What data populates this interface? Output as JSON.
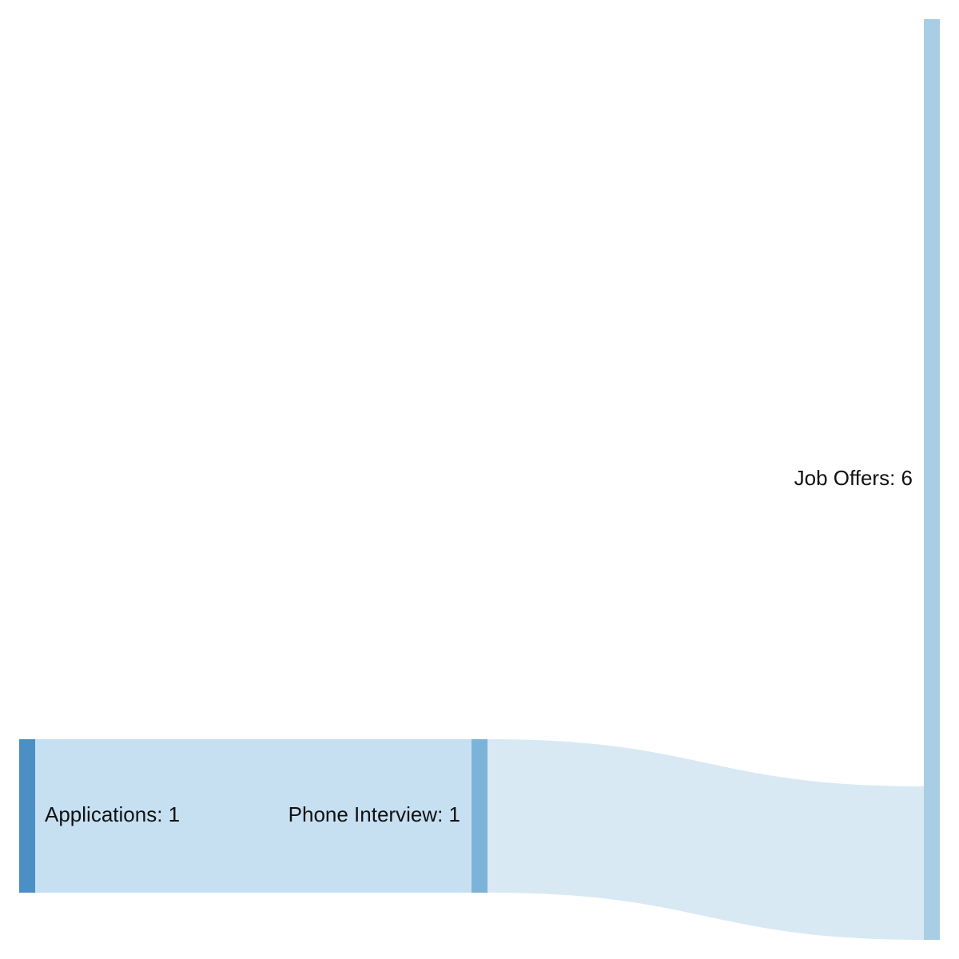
{
  "chart_data": {
    "type": "sankey",
    "nodes": [
      {
        "id": "applications",
        "name": "Applications",
        "value": 1,
        "label": "Applications: 1",
        "color": "#4a90c4"
      },
      {
        "id": "phone_interview",
        "name": "Phone Interview",
        "value": 1,
        "label": "Phone Interview: 1",
        "color": "#7cb3d9"
      },
      {
        "id": "job_offers",
        "name": "Job Offers",
        "value": 6,
        "label": "Job Offers: 6",
        "color": "#a8cde5"
      }
    ],
    "links": [
      {
        "source": "applications",
        "target": "phone_interview",
        "value": 1,
        "color": "#c6e0f2"
      },
      {
        "source": "phone_interview",
        "target": "job_offers",
        "value": 1,
        "color": "#d8e9f4"
      }
    ]
  }
}
